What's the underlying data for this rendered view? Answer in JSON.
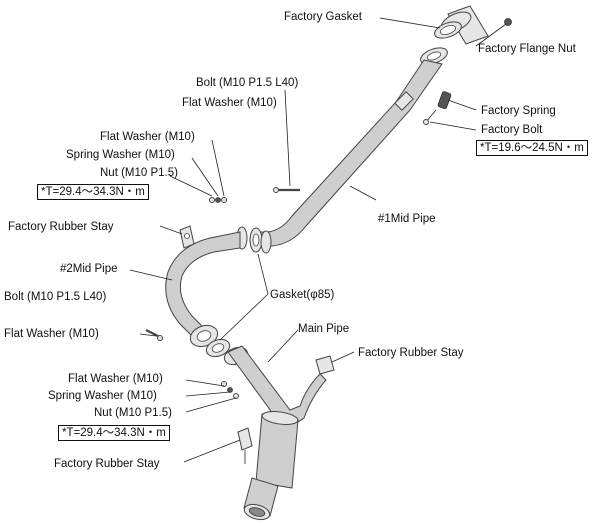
{
  "labels": {
    "factory_gasket": "Factory Gasket",
    "factory_flange_nut": "Factory Flange Nut",
    "bolt_top": "Bolt (M10 P1.5 L40)",
    "flat_washer_top": "Flat Washer (M10)",
    "factory_spring": "Factory Spring",
    "factory_bolt": "Factory Bolt",
    "torque_factory_bolt": "*T=19.6～24.5N・m",
    "flat_washer_left1": "Flat Washer (M10)",
    "spring_washer_left1": "Spring Washer (M10)",
    "nut_left1": "Nut (M10 P1.5)",
    "torque_left1": "*T=29.4～34.3N・m",
    "factory_rubber_stay_left": "Factory Rubber Stay",
    "mid_pipe_1": "#1Mid Pipe",
    "mid_pipe_2": "#2Mid Pipe",
    "gasket_85": "Gasket(φ85)",
    "bolt_left": "Bolt (M10 P1.5 L40)",
    "flat_washer_left2": "Flat Washer (M10)",
    "main_pipe": "Main Pipe",
    "factory_rubber_stay_right": "Factory Rubber Stay",
    "flat_washer_left3": "Flat Washer (M10)",
    "spring_washer_left3": "Spring Washer (M10)",
    "nut_left3": "Nut (M10 P1.5)",
    "torque_left3": "*T=29.4～34.3N・m",
    "factory_rubber_stay_bottom": "Factory Rubber Stay"
  }
}
